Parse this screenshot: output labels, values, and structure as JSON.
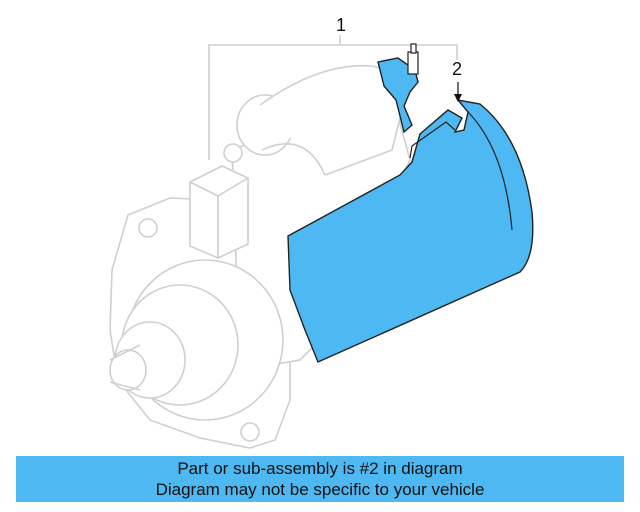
{
  "callouts": {
    "one": "1",
    "two": "2"
  },
  "banner": {
    "line1": "Part or sub-assembly is #2 in diagram",
    "line2": "Diagram may not be specific to your vehicle"
  },
  "colors": {
    "highlight": "#4db8f2",
    "outline": "#cfcfcf",
    "ink": "#111111"
  }
}
